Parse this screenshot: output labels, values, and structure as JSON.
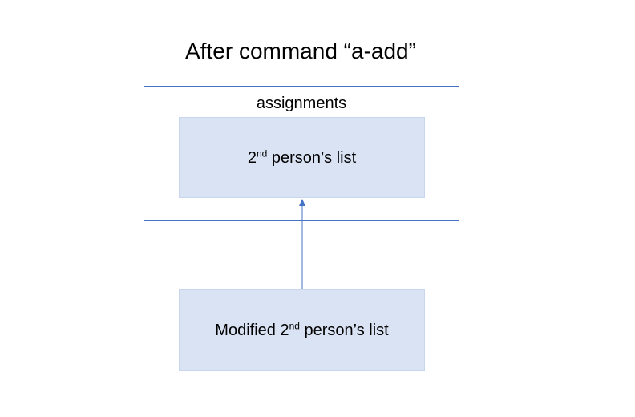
{
  "title": "After command “a-add”",
  "container": {
    "label": "assignments",
    "inner_list": {
      "ordinal_number": "2",
      "ordinal_suffix": "nd",
      "text": " person’s list"
    }
  },
  "modified_list": {
    "prefix": "Modified 2",
    "ordinal_suffix": "nd",
    "text": " person’s list"
  },
  "colors": {
    "box_fill": "#dae3f3",
    "outline": "#4472c4",
    "arrow": "#4472c4"
  }
}
